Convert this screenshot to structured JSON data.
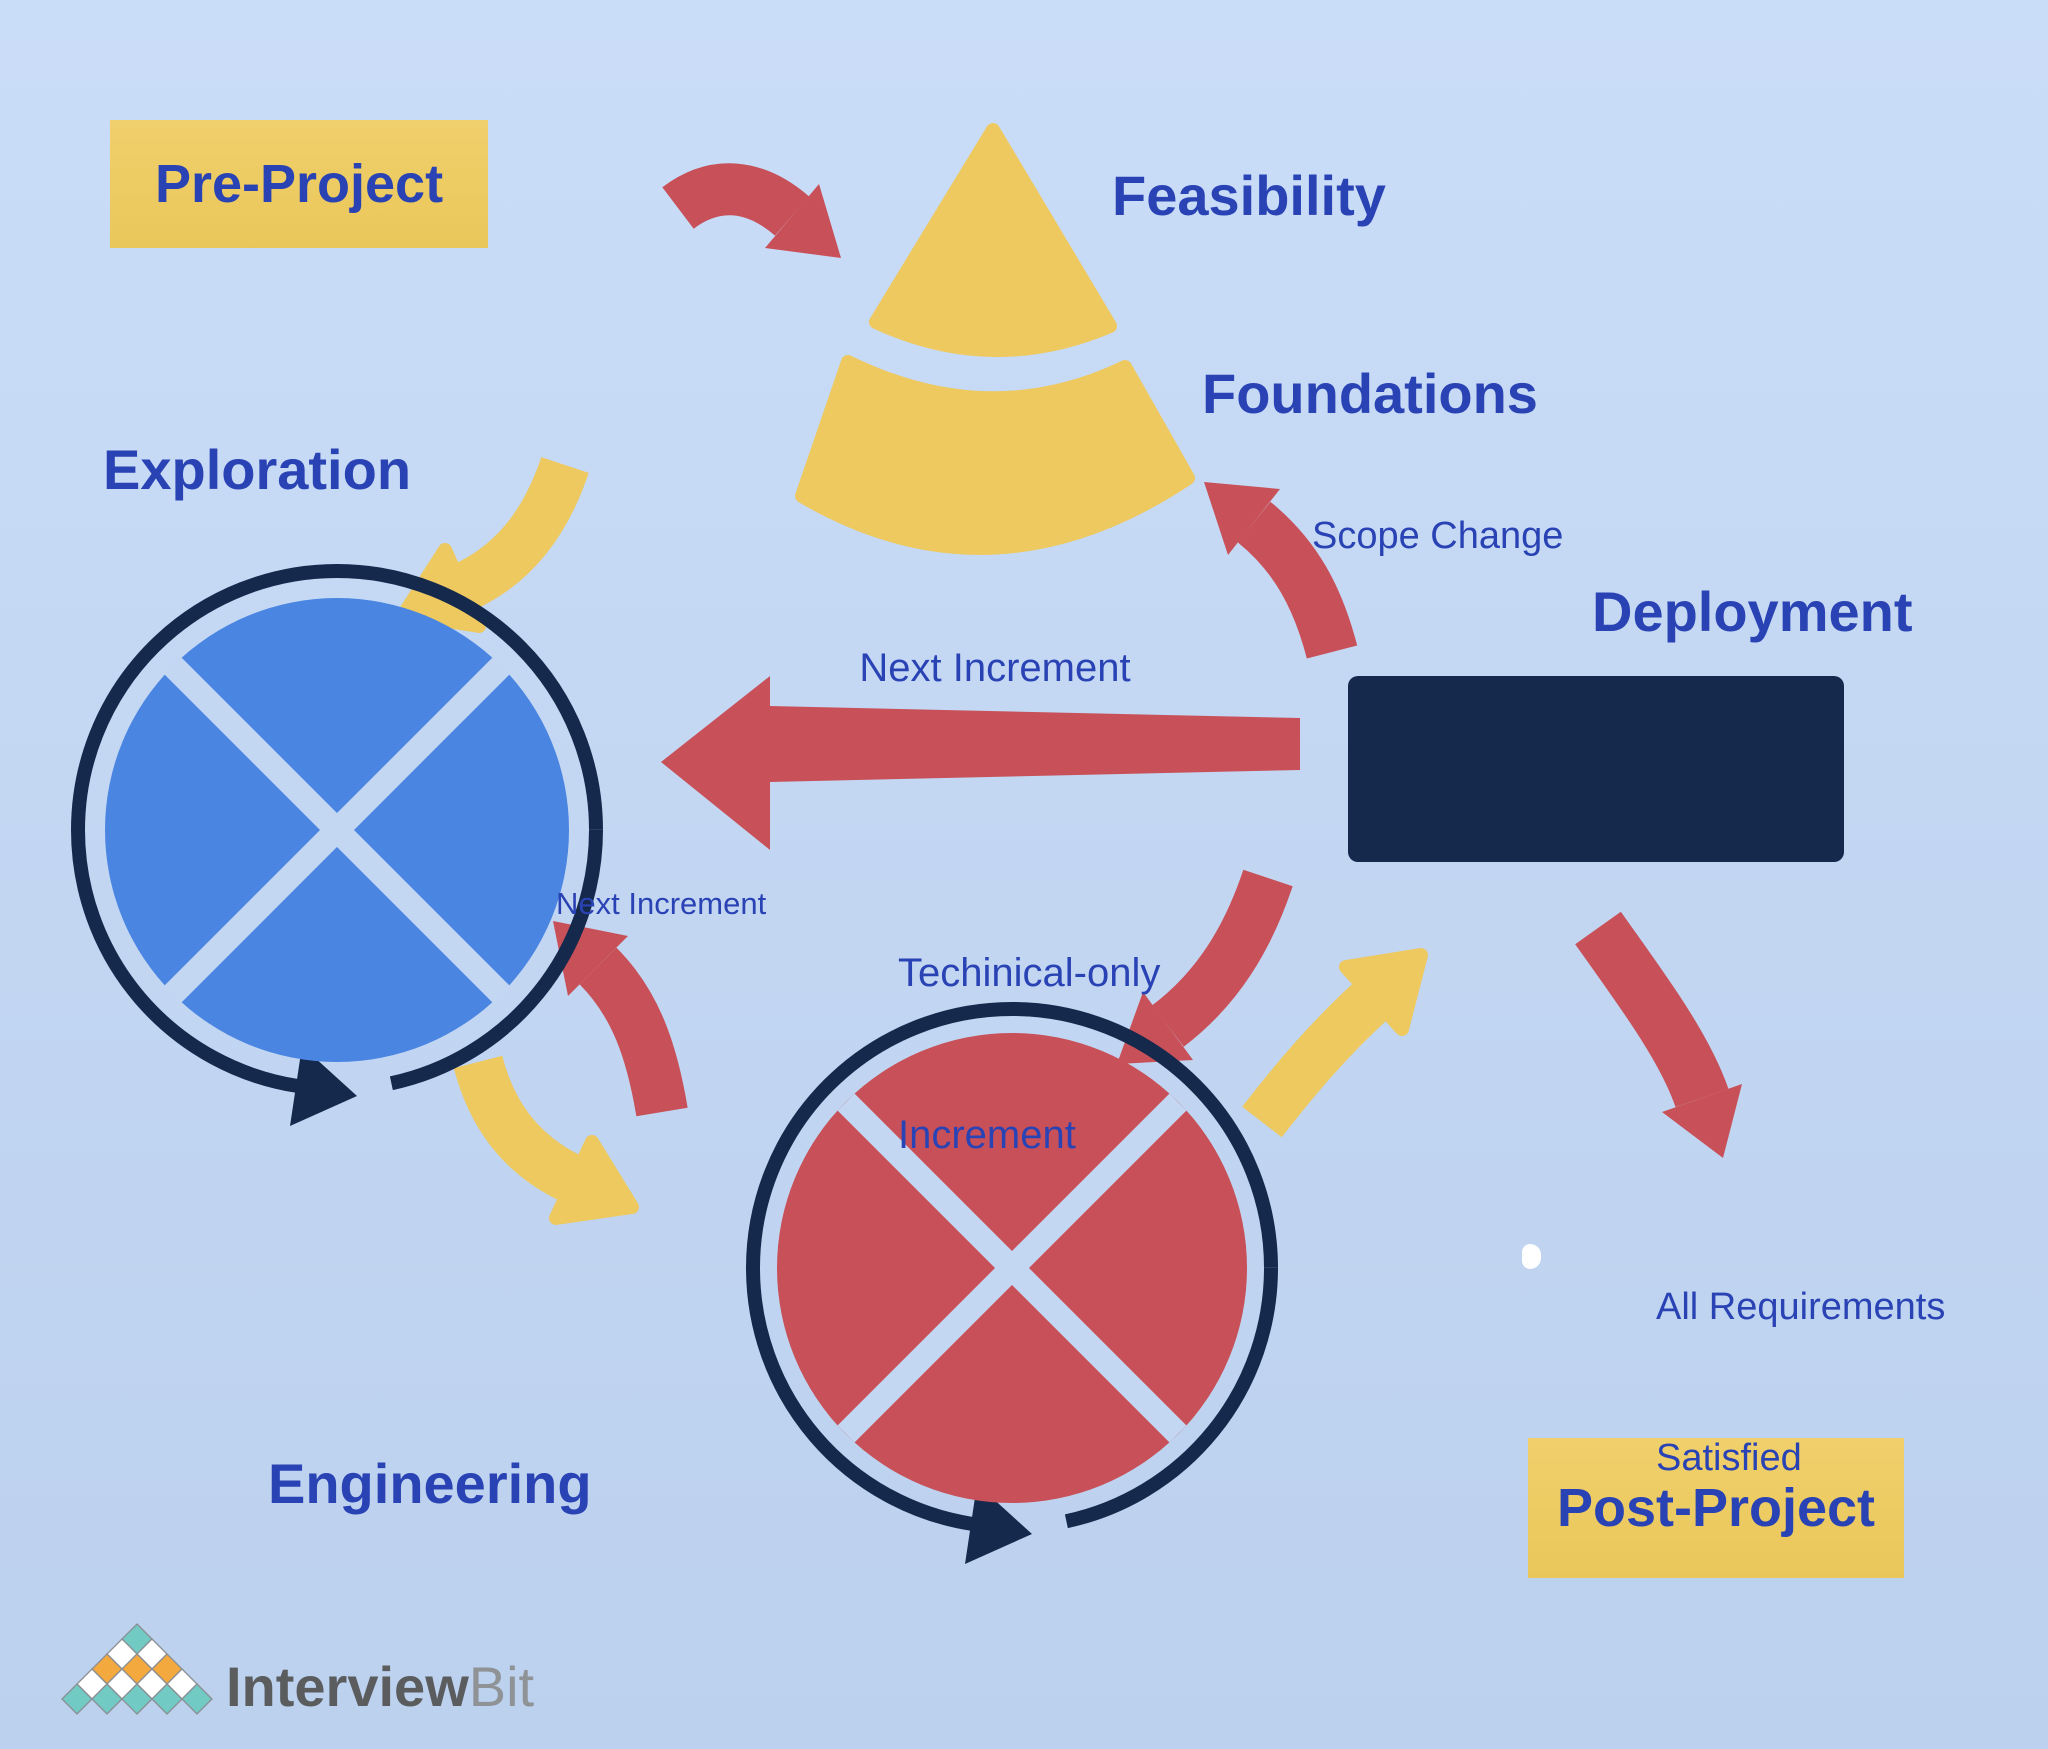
{
  "colors": {
    "background": "#c3d7f3",
    "accent_red": "#c85159",
    "accent_yellow": "#edc95f",
    "navy": "#15294d",
    "node_blue": "#4a85e2",
    "text_blue": "#2a43b4",
    "logo_teal": "#72cac5",
    "logo_orange": "#f4a93e",
    "logo_white": "#ffffff",
    "logo_gray_dark": "#5b5c5e",
    "logo_gray_light": "#909396"
  },
  "phases": {
    "pre_project": "Pre-Project",
    "feasibility": "Feasibility",
    "foundations": "Foundations",
    "exploration": "Exploration",
    "deployment": "Deployment",
    "engineering": "Engineering",
    "post_project": "Post-Project"
  },
  "annotations": {
    "scope_change": "Scope Change",
    "next_increment_big": "Next Increment",
    "next_increment_small": "Next Increment",
    "technical_only_line1": "Techinical-only",
    "technical_only_line2": "Increment",
    "all_requirements_line1": "All Requirements",
    "all_requirements_line2": "Satisfied"
  },
  "logo": {
    "part1": "Interview",
    "part2": "Bit"
  }
}
